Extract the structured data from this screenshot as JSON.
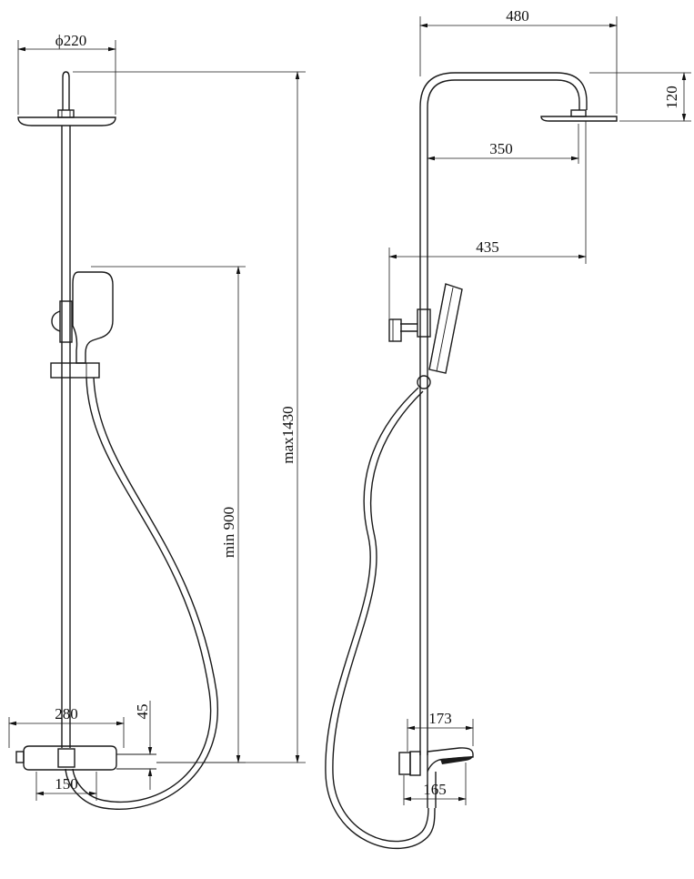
{
  "front_view": {
    "head_diameter": "ϕ220",
    "max_height": "max1430",
    "min_height": "min 900",
    "mixer_width": "280",
    "mixer_depth": "45",
    "inlet_spacing": "150"
  },
  "side_view": {
    "total_reach": "480",
    "head_height": "120",
    "arm_reach": "350",
    "outer_reach": "435",
    "spout_length": "173",
    "spout_projection": "165"
  }
}
